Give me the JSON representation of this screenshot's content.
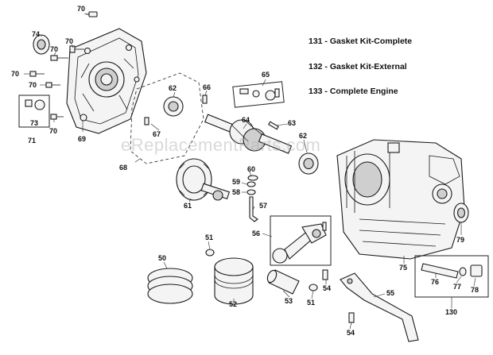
{
  "legend": [
    "131 - Gasket Kit-Complete",
    "132 - Gasket Kit-External",
    "133 - Complete Engine"
  ],
  "watermark": "eReplacementParts.com",
  "callouts": {
    "c70a": "70",
    "c70b": "70",
    "c70c": "70",
    "c70d": "70",
    "c70e": "70",
    "c70f": "70",
    "c74": "74",
    "c73": "73",
    "c71": "71",
    "c69": "69",
    "c68": "68",
    "c67": "67",
    "c66": "66",
    "c62a": "62",
    "c62b": "62",
    "c65": "65",
    "c64": "64",
    "c63": "63",
    "c60": "60",
    "c59": "59",
    "c58": "58",
    "c57": "57",
    "c61": "61",
    "c56": "56",
    "c51a": "51",
    "c51b": "51",
    "c50": "50",
    "c52": "52",
    "c53": "53",
    "c54a": "54",
    "c54b": "54",
    "c55": "55",
    "c75": "75",
    "c79": "79",
    "c76": "76",
    "c77": "77",
    "c78": "78",
    "c130": "130"
  }
}
